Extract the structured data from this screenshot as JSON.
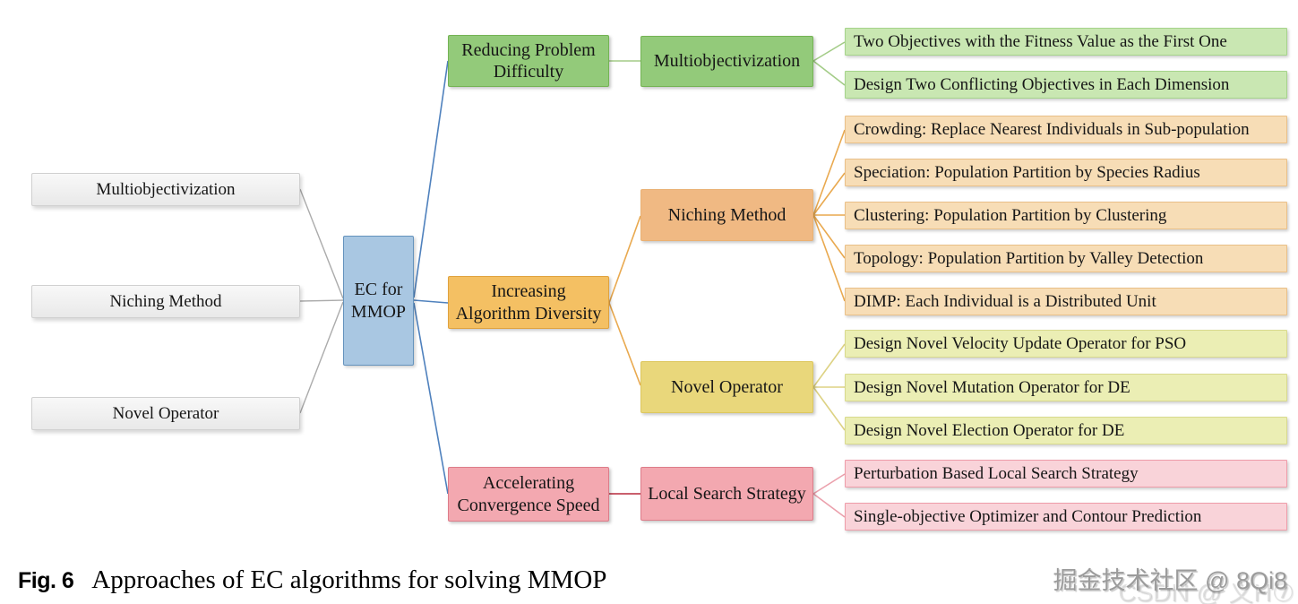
{
  "figure": {
    "caption_label": "Fig. 6",
    "caption_text": "Approaches of EC algorithms for solving MMOP"
  },
  "watermark": {
    "main": "掘金技术社区 @ 8Qi8",
    "ghost": "CSDN @ 义H⑦"
  },
  "diagram": {
    "root_label": "EC for MMOP",
    "left_items": [
      "Multiobjectivization",
      "Niching Method",
      "Novel Operator"
    ],
    "branches": [
      {
        "level1": "Reducing Problem Difficulty",
        "level2": "Multiobjectivization",
        "leaves": [
          "Two Objectives with the Fitness Value as the First One",
          "Design Two Conflicting Objectives in Each Dimension"
        ]
      },
      {
        "level1": "Increasing Algorithm Diversity",
        "subbranches": [
          {
            "level2": "Niching Method",
            "leaves": [
              "Crowding: Replace Nearest Individuals in Sub-population",
              "Speciation: Population Partition by Species Radius",
              "Clustering: Population Partition by Clustering",
              "Topology: Population Partition by Valley Detection",
              "DIMP: Each Individual is a Distributed Unit"
            ]
          },
          {
            "level2": "Novel Operator",
            "leaves": [
              "Design Novel Velocity Update Operator for PSO",
              "Design Novel Mutation Operator for DE",
              "Design Novel Election Operator for DE"
            ]
          }
        ]
      },
      {
        "level1": "Accelerating Convergence Speed",
        "level2": "Local Search Strategy",
        "leaves": [
          "Perturbation Based Local Search Strategy",
          "Single-objective Optimizer and Contour Prediction"
        ]
      }
    ],
    "colors": {
      "root_fill": "#a9c7e2",
      "root_border": "#6593bd",
      "root_line": "#4f81bd",
      "gray_fill": "#efefef",
      "gray_border": "#d0d0d0",
      "gray_line": "#ababab",
      "green_fill": "#93ca7a",
      "green_leaf_fill": "#c9e7b2",
      "green_line": "#a3cc87",
      "orange_fill": "#f4c063",
      "peach_fill": "#f0b983",
      "peach_leaf_fill": "#f7ddb6",
      "orange_line": "#e9a94f",
      "yellow_fill": "#e9d77b",
      "yellow_leaf_fill": "#ebeeb4",
      "yellow_line": "#ddd283",
      "pink_fill": "#f3a8b0",
      "pink_leaf_fill": "#f9d3d9",
      "pink_line": "#eba0ac",
      "pink_connector": "#c95f6d"
    }
  }
}
